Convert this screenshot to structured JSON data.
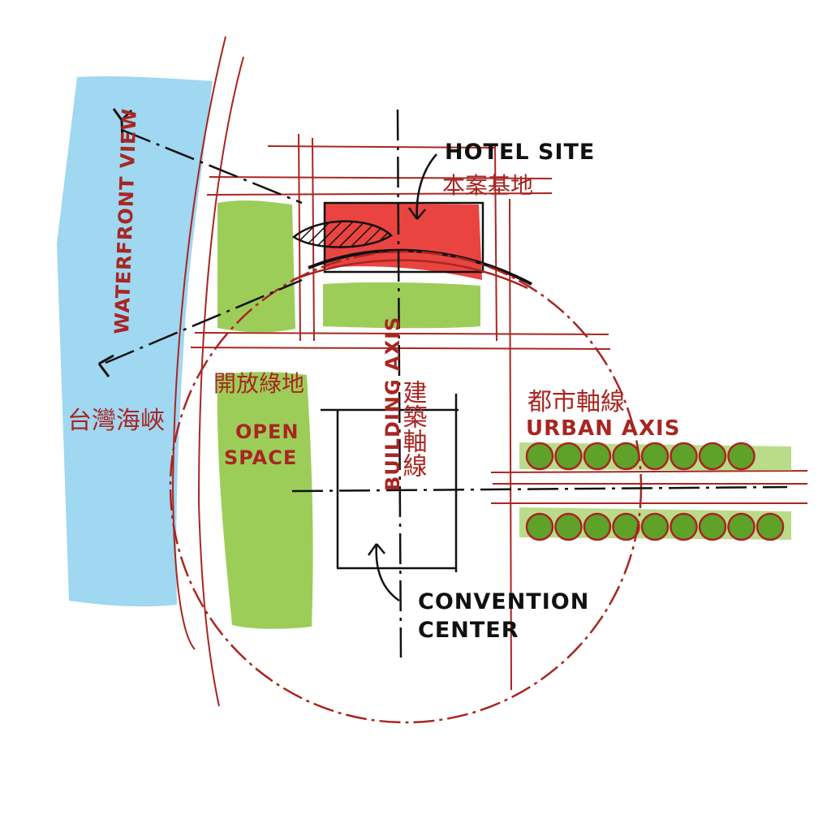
{
  "labels": {
    "hotel_site_en": "HOTEL SITE",
    "hotel_site_cn": "本案基地",
    "waterfront_view": "WATERFRONT VIEW",
    "taiwan_strait_cn": "台灣海峽",
    "open_green_cn": "開放綠地",
    "open_space_line1": "OPEN",
    "open_space_line2": "SPACE",
    "building_axis_en": "BUILDING AXIS",
    "building_axis_cn": "建築軸線",
    "urban_axis_cn": "都市軸線",
    "urban_axis_en": "URBAN AXIS",
    "convention_line1": "CONVENTION",
    "convention_line2": "CENTER"
  },
  "colors": {
    "water": "#8fd0ee",
    "green": "#8cc43c",
    "hotel_red": "#e8302c",
    "red_ink": "#a82622",
    "black_ink": "#111111"
  }
}
